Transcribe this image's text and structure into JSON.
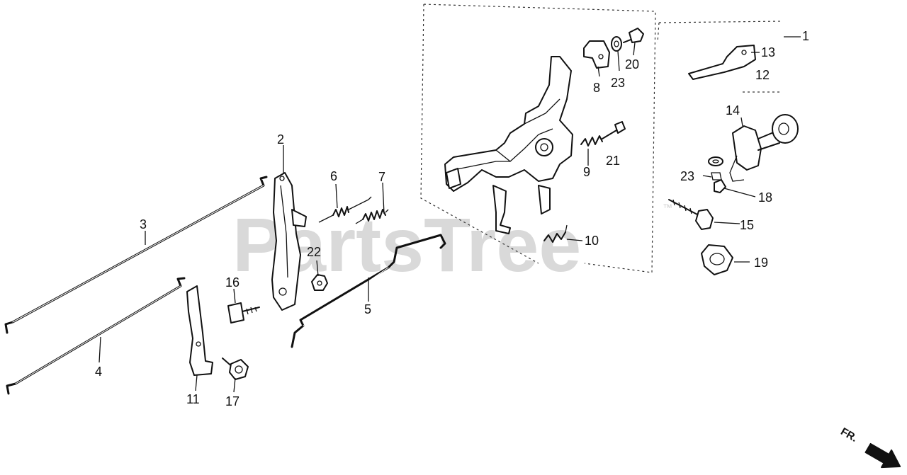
{
  "watermark": {
    "text": "PartsTree",
    "trademark": "™"
  },
  "direction": {
    "label": "FR."
  },
  "callouts": [
    "1",
    "2",
    "3",
    "4",
    "5",
    "6",
    "7",
    "8",
    "9",
    "10",
    "11",
    "12",
    "13",
    "14",
    "15",
    "16",
    "17",
    "18",
    "19",
    "20",
    "21",
    "22",
    "23",
    "23"
  ]
}
